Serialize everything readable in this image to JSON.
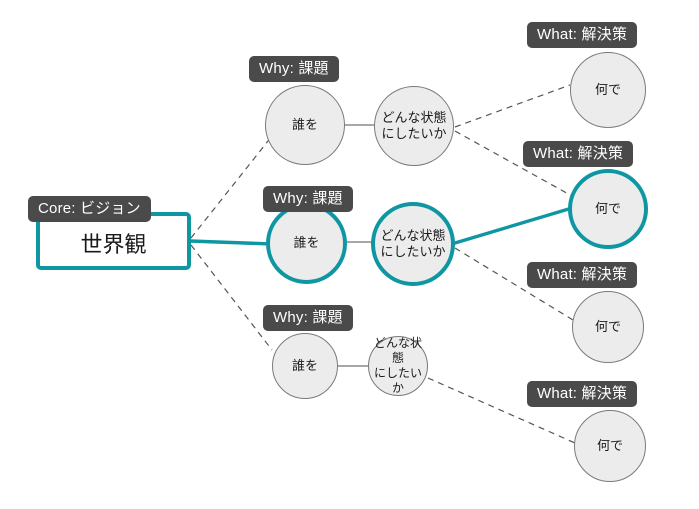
{
  "diagram": {
    "title_labels": {
      "core": "Core: ビジョン",
      "why": "Why: 課題",
      "what": "What: 解決策"
    },
    "colors": {
      "accent_teal": "#0e96a3",
      "chip_gray": "#4a4a4a",
      "node_fill": "#ececec",
      "node_stroke": "#7a7a7a",
      "background": "#ffffff"
    },
    "core": {
      "chip_label": "Core: ビジョン",
      "text": "世界観",
      "highlighted": true
    },
    "why_branches": [
      {
        "chip_label": "Why: 課題",
        "who_text": "誰を",
        "state_text": "どんな状態\nにしたいか",
        "highlighted": false
      },
      {
        "chip_label": "Why: 課題",
        "who_text": "誰を",
        "state_text": "どんな状態\nにしたいか",
        "highlighted": true
      },
      {
        "chip_label": "Why: 課題",
        "who_text": "誰を",
        "state_text": "どんな状態\nにしたいか",
        "highlighted": false
      }
    ],
    "what_nodes": [
      {
        "chip_label": "What: 解決策",
        "text": "何で",
        "highlighted": false
      },
      {
        "chip_label": "What: 解決策",
        "text": "何で",
        "highlighted": true
      },
      {
        "chip_label": "What: 解決策",
        "text": "何で",
        "highlighted": false
      },
      {
        "chip_label": "What: 解決策",
        "text": "何で",
        "highlighted": false
      }
    ]
  }
}
